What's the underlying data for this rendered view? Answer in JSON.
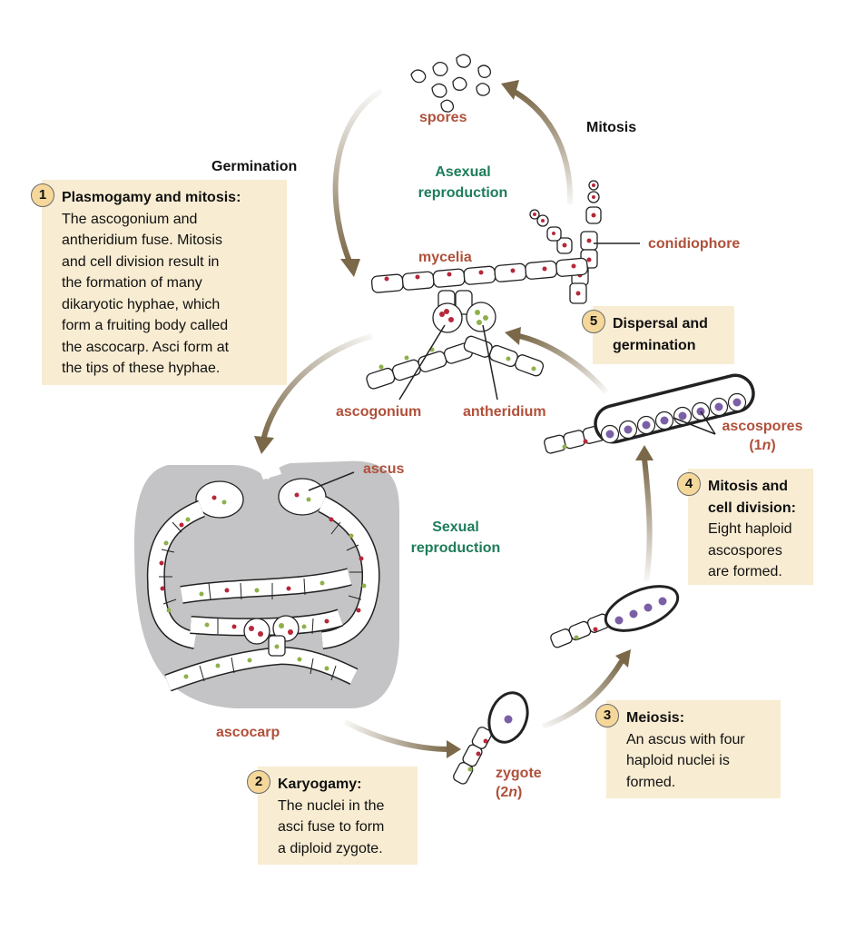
{
  "labels": {
    "spores": "spores",
    "mitosis": "Mitosis",
    "germination": "Germination",
    "asexual_line1": "Asexual",
    "asexual_line2": "reproduction",
    "mycelia": "mycelia",
    "conidiophore": "conidiophore",
    "ascogonium": "ascogonium",
    "antheridium": "antheridium",
    "ascus": "ascus",
    "sexual_line1": "Sexual",
    "sexual_line2": "reproduction",
    "ascocarp": "ascocarp",
    "ascospores": "ascospores",
    "ascospores_ploidy_open": "(1",
    "ascospores_ploidy_n": "n",
    "ascospores_ploidy_close": ")",
    "zygote": "zygote",
    "zygote_ploidy_open": "(2",
    "zygote_ploidy_n": "n",
    "zygote_ploidy_close": ")"
  },
  "steps": [
    {
      "number": "1",
      "title": "Plasmogamy and mitosis:",
      "lines": [
        "The ascogonium and",
        "antheridium fuse. Mitosis",
        "and cell division result in",
        "the formation of many",
        "dikaryotic hyphae, which",
        "form a fruiting body called",
        "the ascocarp. Asci form at",
        "the tips of these hyphae."
      ]
    },
    {
      "number": "2",
      "title": "Karyogamy:",
      "lines": [
        "The nuclei in the",
        "asci fuse to form",
        "a diploid zygote."
      ]
    },
    {
      "number": "3",
      "title": "Meiosis:",
      "lines": [
        "An ascus with four",
        "haploid nuclei is",
        "formed."
      ]
    },
    {
      "number": "4",
      "title_lines": [
        "Mitosis and",
        "cell division:"
      ],
      "lines": [
        "Eight haploid",
        "ascospores",
        "are formed."
      ]
    },
    {
      "number": "5",
      "title_lines": [
        "Dispersal and",
        "germination"
      ],
      "lines": []
    }
  ],
  "colors": {
    "label_red": "#b0503a",
    "label_green": "#1e7d5a",
    "box_fill": "#f8ecd2",
    "number_badge": "#f5d79a",
    "arrow": "#7a6848",
    "ascocarp_fill": "#c4c4c6",
    "red_nucleus": "#b5283a",
    "green_nucleus": "#8fb04a",
    "purple_nucleus": "#7b5fa6"
  }
}
